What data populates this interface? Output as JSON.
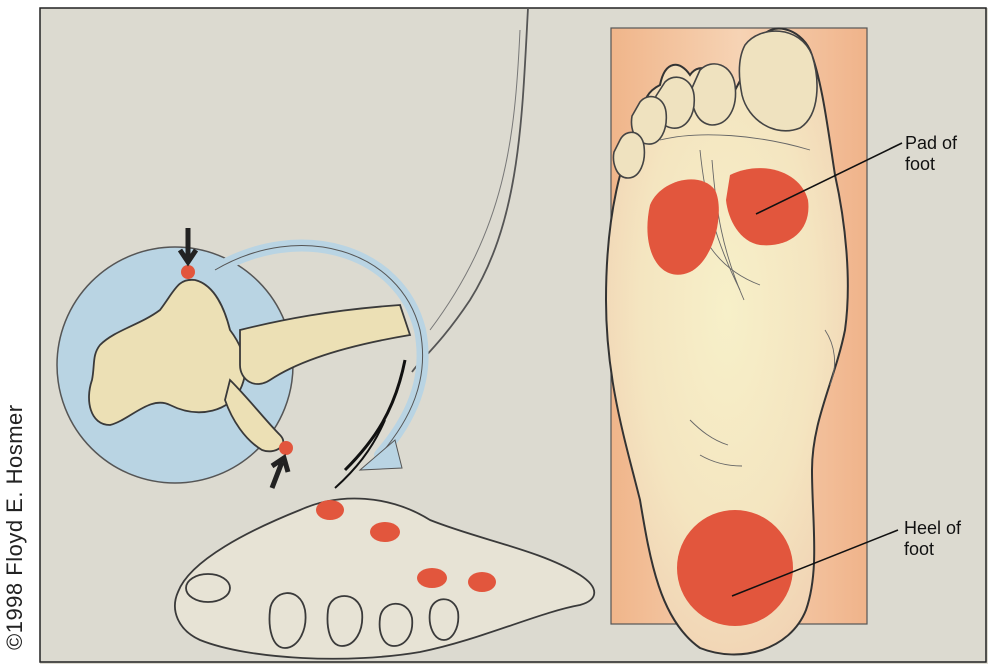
{
  "credit": "©1998  Floyd E. Hosmer",
  "labels": {
    "pad": {
      "line1": "Pad of",
      "line2": "foot"
    },
    "heel": {
      "line1": "Heel of",
      "line2": "foot"
    }
  },
  "colors": {
    "background": "#dcdad0",
    "panel": "#f2c7a0",
    "skin": "#f3e7c8",
    "pain_spot": "#e2563d",
    "joint_circle": "#b9d4e3",
    "bone": "#ece0b5",
    "outline": "#3a3a3a"
  }
}
